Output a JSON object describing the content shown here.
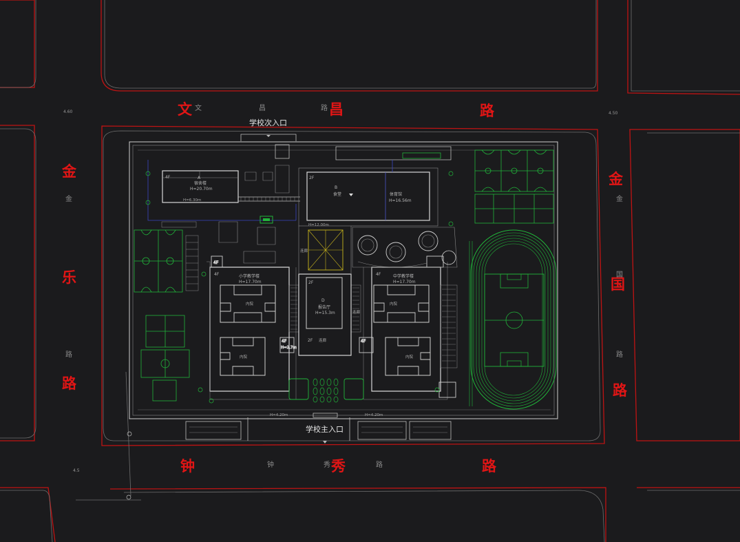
{
  "roads": {
    "north": {
      "big": [
        "文",
        "昌",
        "路"
      ],
      "small": [
        "文",
        "昌",
        "路"
      ]
    },
    "south": {
      "big": [
        "钟",
        "秀",
        "路"
      ],
      "small": [
        "钟",
        "秀",
        "路"
      ]
    },
    "west": {
      "big": [
        "金",
        "乐",
        "路"
      ],
      "small": [
        "金",
        "路"
      ]
    },
    "east": {
      "big": [
        "金",
        "国",
        "路"
      ],
      "small": [
        "金",
        "国",
        "路"
      ]
    }
  },
  "entrances": {
    "secondary": "学校次入口",
    "main": "学校主入口"
  },
  "elevations": [
    "4.60",
    "4.50",
    "4.5"
  ],
  "buildings": {
    "dorm": {
      "floors": "4F",
      "id": "A",
      "name": "宿舍楼",
      "height": "H=20.70m",
      "note": "H=6.30m"
    },
    "hall": {
      "floors": "2F",
      "id": "B",
      "name": "食堂",
      "gym": "体育馆",
      "height": "H=16.56m",
      "note": "H=12.00m"
    },
    "primary": {
      "floors": "4F",
      "name": "小学教学楼",
      "height": "H=17.70m",
      "court1": "内院",
      "court2": "内院"
    },
    "middle": {
      "floors": "4F",
      "name": "中学教学楼",
      "height": "H=17.70m",
      "court1": "内院",
      "court2": "内院"
    },
    "service": {
      "floors": "2F",
      "id": "D",
      "name": "报告厅",
      "height": "H=15.3m",
      "floors2": "2F",
      "label": "连廊"
    },
    "link_w": {
      "label": "连廊"
    },
    "link_e": {
      "label": "连廊"
    },
    "small_a": {
      "floors": "4F"
    },
    "small_b": {
      "floors": "4F",
      "note": "H=2.7m"
    }
  },
  "gate_left": "H=4.20m",
  "gate_right": "H=4.20m",
  "colors": {
    "road_line": "#e01515",
    "line": "#c9c9c9",
    "green": "#21b53a",
    "yellow": "#c8b41d",
    "background": "#1b1b1d"
  }
}
